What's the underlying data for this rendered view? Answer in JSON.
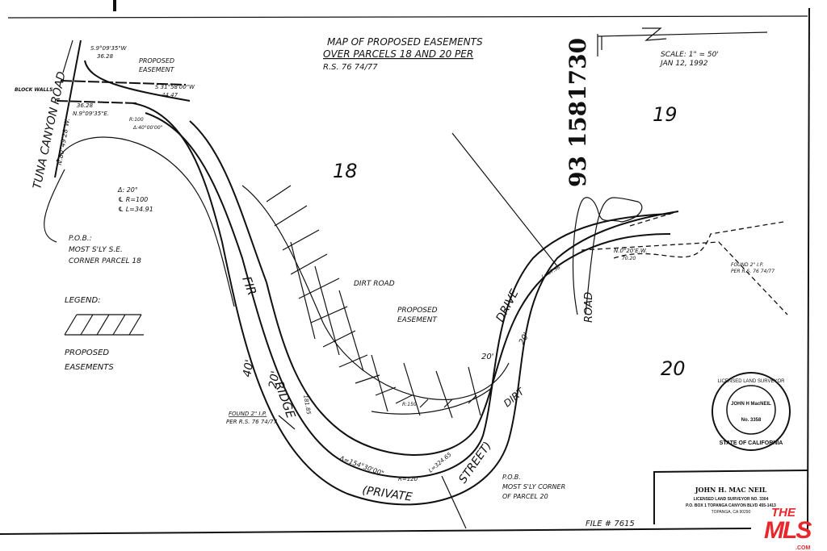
{
  "title": {
    "line1": "MAP OF PROPOSED EASEMENTS",
    "line2": "OVER PARCELS 18 AND 20 PER",
    "line3": "R.S. 76 74/77"
  },
  "scale": {
    "label": "SCALE: 1\" = 50'",
    "date": "JAN 12, 1992"
  },
  "document_number": "93 1581730",
  "parcels": {
    "p18": "18",
    "p19": "19",
    "p20": "20"
  },
  "roads": {
    "tuna_canyon": "TUNA CANYON ROAD",
    "fir": "FIR",
    "ridge": "RIDGE",
    "private": "(PRIVATE",
    "street": "STREET)",
    "drive": "DRIVE",
    "road": "ROAD",
    "dirt": "DIRT",
    "width_left": "20'",
    "width_left2": "40'",
    "width_right": "20'",
    "width_right2": "20'"
  },
  "annotations": {
    "bearing_top": "S.9°09'35\"W",
    "dist_top": "36.28",
    "proposed_easement_top1": "PROPOSED",
    "proposed_easement_top2": "EASEMENT",
    "block_walls": "BLOCK WALLS",
    "bearing_s31": "S 31°58'00\"W",
    "dist_s31": "44.47",
    "dist_3628": "36.28",
    "bearing_n9": "N.9°09'35\"E.",
    "r100": "R:100",
    "delta40": "Δ:40°00'00\"",
    "bearing_tuna": "N.80°49'28\"W.",
    "curve1": "Δ: 20°",
    "curve2": "℄ R=100",
    "curve3": "℄ L=34.91",
    "pob1_a": "P.O.B.:",
    "pob1_b": "MOST S'LY S.E.",
    "pob1_c": "CORNER PARCEL 18",
    "dirt_road": "DIRT ROAD",
    "proposed_easement_mid1": "PROPOSED",
    "proposed_easement_mid2": "EASEMENT",
    "r150": "R:150",
    "found_ir1": "FOUND 2\" I.P.",
    "found_ir2": "PER R.S. 76 74/77",
    "delta154": "Δ=154°30'00\"",
    "r120": "R=120",
    "l32465": "L=324.65",
    "pob2_a": "P.O.B.",
    "pob2_b": "MOST S'LY CORNER",
    "pob2_c": "OF PARCEL 20",
    "dist_18185": "181.85",
    "n0_bearing": "N.0°20'E.W.",
    "dist_7020": "70.20",
    "found_ip_right1": "FOUND 2\" I.P.",
    "found_ip_right2": "PER R.S. 76 74/77",
    "l6798": "L=67.98"
  },
  "legend": {
    "title": "LEGEND:",
    "item1": "PROPOSED",
    "item2": "EASEMENTS"
  },
  "stamp": {
    "top": "LICENSED LAND SURVEYOR",
    "name": "JOHN H MacNEIL",
    "number": "No. 3358",
    "bottom": "STATE OF CALIFORNIA"
  },
  "title_block": {
    "name": "JOHN H. MAC NEIL",
    "license": "LICENSED LAND SURVEYOR NO. 3304",
    "address": "P.O. BOX 1 TOPANGA CANYON BLVD   455-1413",
    "city": "TOPANGA, CA   90290"
  },
  "file_number": "FILE # 7615",
  "watermark": {
    "the": "THE",
    "mls": "MLS",
    "com": ".COM",
    "color": "#e8262b"
  }
}
